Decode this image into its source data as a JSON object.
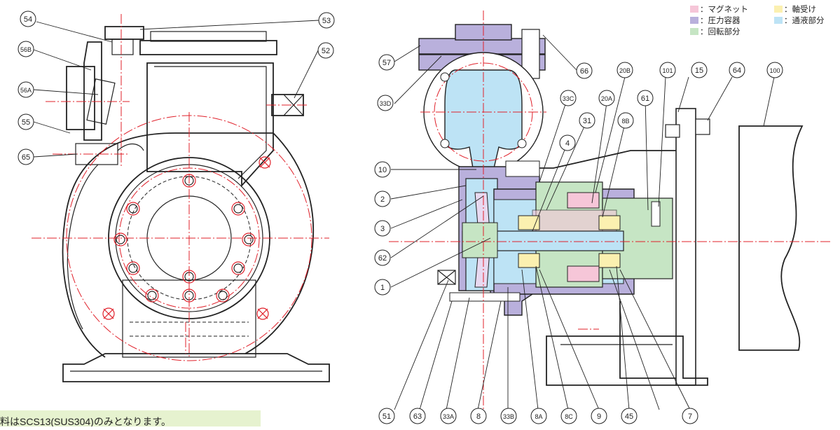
{
  "legend": {
    "magnet": {
      "label": "：マグネット",
      "color": "#f6c6d8"
    },
    "bearing": {
      "label": "：軸受け",
      "color": "#fbf0b0"
    },
    "pressure_vessel": {
      "label": "：圧力容器",
      "color": "#b9b0dc"
    },
    "wetted_part": {
      "label": "：通液部分",
      "color": "#bde3f5"
    },
    "rotating_part": {
      "label": "：回転部分",
      "color": "#c6e5c4"
    }
  },
  "note": "料はSCS13(SUS304)のみとなります。",
  "left_view": {
    "callouts": [
      {
        "id": "c54",
        "label": "54"
      },
      {
        "id": "c53",
        "label": "53"
      },
      {
        "id": "c56b",
        "label": "56B"
      },
      {
        "id": "c52",
        "label": "52"
      },
      {
        "id": "c56a",
        "label": "56A"
      },
      {
        "id": "c55",
        "label": "55"
      },
      {
        "id": "c65",
        "label": "65"
      }
    ]
  },
  "right_view": {
    "callouts": [
      {
        "id": "c57",
        "label": "57"
      },
      {
        "id": "c66",
        "label": "66"
      },
      {
        "id": "c20b",
        "label": "20B"
      },
      {
        "id": "c101",
        "label": "101"
      },
      {
        "id": "c15",
        "label": "15"
      },
      {
        "id": "c64",
        "label": "64"
      },
      {
        "id": "c100",
        "label": "100"
      },
      {
        "id": "c33d",
        "label": "33D"
      },
      {
        "id": "c33c",
        "label": "33C"
      },
      {
        "id": "c20a",
        "label": "20A"
      },
      {
        "id": "c61",
        "label": "61"
      },
      {
        "id": "c31",
        "label": "31"
      },
      {
        "id": "c8b",
        "label": "8B"
      },
      {
        "id": "c4",
        "label": "4"
      },
      {
        "id": "c10",
        "label": "10"
      },
      {
        "id": "c2",
        "label": "2"
      },
      {
        "id": "c3",
        "label": "3"
      },
      {
        "id": "c62",
        "label": "62"
      },
      {
        "id": "c1",
        "label": "1"
      },
      {
        "id": "c51",
        "label": "51"
      },
      {
        "id": "c63",
        "label": "63"
      },
      {
        "id": "c33a",
        "label": "33A"
      },
      {
        "id": "c8",
        "label": "8"
      },
      {
        "id": "c33b",
        "label": "33B"
      },
      {
        "id": "c8a",
        "label": "8A"
      },
      {
        "id": "c8c",
        "label": "8C"
      },
      {
        "id": "c9",
        "label": "9"
      },
      {
        "id": "c45",
        "label": "45"
      },
      {
        "id": "c7",
        "label": "7"
      }
    ]
  }
}
